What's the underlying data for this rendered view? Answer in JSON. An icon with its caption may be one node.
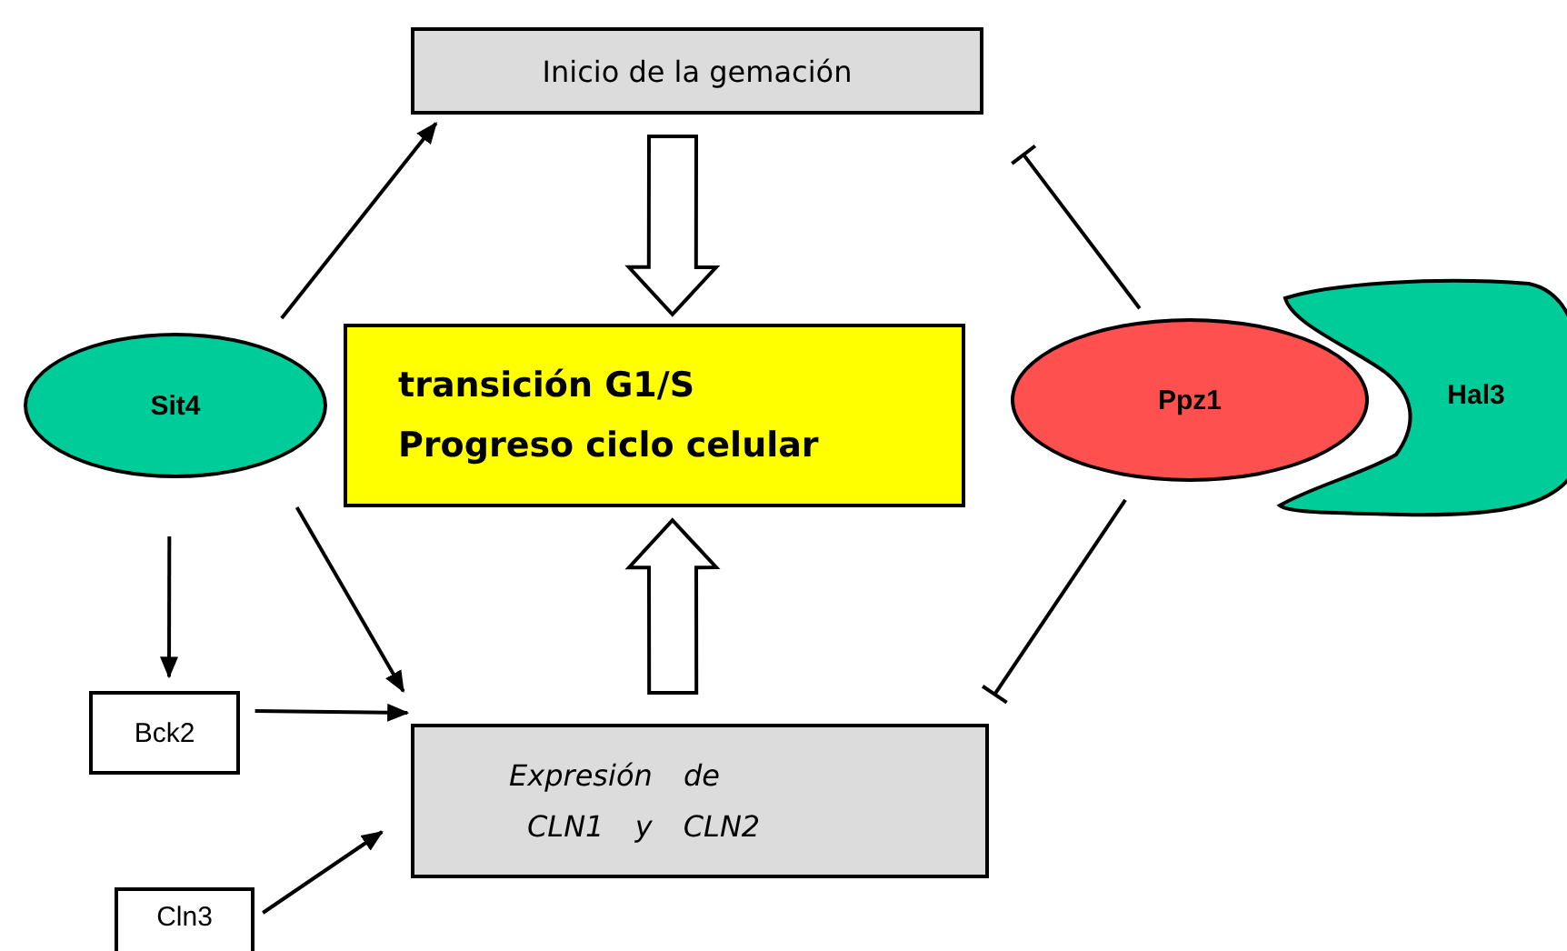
{
  "diagram": {
    "nodes": [
      {
        "text": [
          "Inicio de la gemación"
        ]
      },
      {
        "text": [
          "Sit4"
        ]
      },
      {
        "text": [
          "transición G1/S",
          "Progreso ciclo celular"
        ]
      },
      {
        "text": [
          "Ppz1"
        ]
      },
      {
        "text": [
          "Hal3"
        ]
      },
      {
        "text": [
          "Bck2"
        ]
      },
      {
        "text": [
          "Expresión de",
          "CLN1 y CLN2"
        ]
      },
      {
        "text": [
          "Cln3"
        ]
      }
    ],
    "edges": [
      {
        "from": 1,
        "to": 0,
        "arrow": "to"
      },
      {
        "from": 1,
        "to": 6,
        "arrow": "to"
      },
      {
        "from": 1,
        "to": 5,
        "arrow": "to"
      },
      {
        "from": 5,
        "to": 6,
        "arrow": "to"
      },
      {
        "from": 7,
        "to": 6,
        "arrow": "to"
      },
      {
        "from": 0,
        "to": 2,
        "arrow": "to",
        "style": "thick"
      },
      {
        "from": 6,
        "to": 2,
        "arrow": "to",
        "style": "thick"
      },
      {
        "from": 3,
        "to": 0,
        "arrow": "other"
      },
      {
        "from": 3,
        "to": 6,
        "arrow": "other"
      }
    ]
  }
}
